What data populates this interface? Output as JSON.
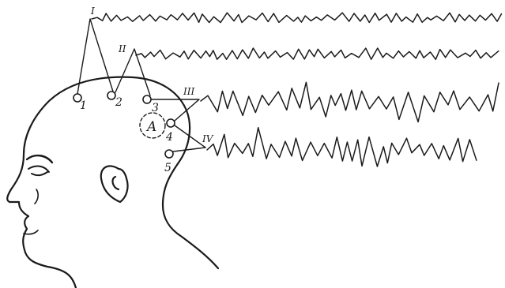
{
  "channels": [
    {
      "label": "I"
    },
    {
      "label": "II"
    },
    {
      "label": "III"
    },
    {
      "label": "IV"
    }
  ],
  "electrodes": [
    {
      "label": "1"
    },
    {
      "label": "2"
    },
    {
      "label": "3"
    },
    {
      "label": "4"
    },
    {
      "label": "5"
    }
  ],
  "focus_label": "A"
}
